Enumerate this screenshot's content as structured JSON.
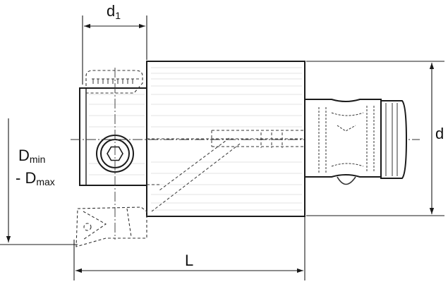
{
  "labels": {
    "d1_main": "d",
    "d1_sub": "1",
    "d": "d",
    "L": "L",
    "dmin_main": "D",
    "dmin_sub": "min",
    "dmax_prefix": "- D",
    "dmax_sub": "max"
  },
  "colors": {
    "line": "#1a1a1a",
    "hatch": "#9a9a9a",
    "hidden": "#333333"
  }
}
